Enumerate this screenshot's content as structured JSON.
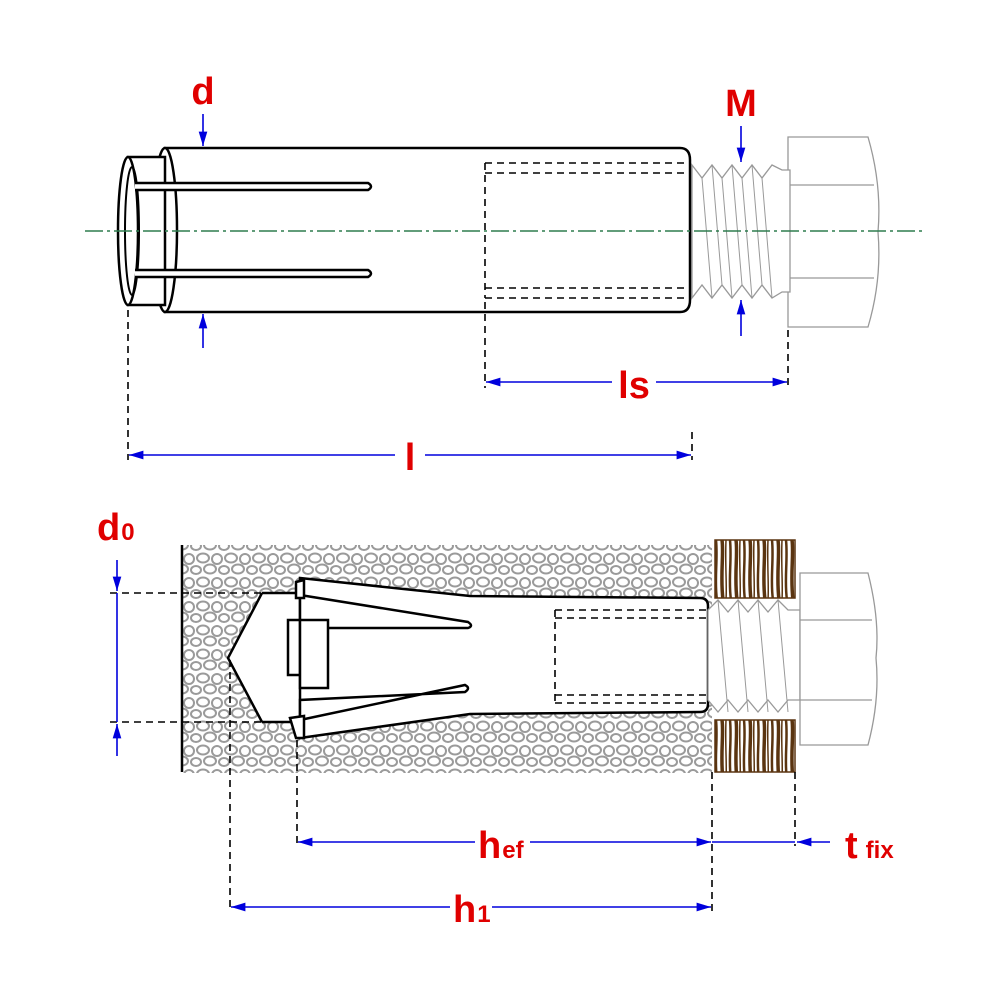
{
  "labels": {
    "d": "d",
    "M": "M",
    "ls": "ls",
    "l": "l",
    "d0": {
      "main": "d",
      "sub": "0"
    },
    "hef": {
      "main": "h",
      "sub": "ef"
    },
    "h1": {
      "main": "h",
      "sub": "1"
    },
    "tfix": {
      "main": "t",
      "sub": "fix"
    }
  },
  "colors": {
    "label": "#e00000",
    "dimension": "#0000dd",
    "centerline": "#2e7d4f",
    "concrete": "#9a9a9a",
    "wood": "#5a3410"
  }
}
